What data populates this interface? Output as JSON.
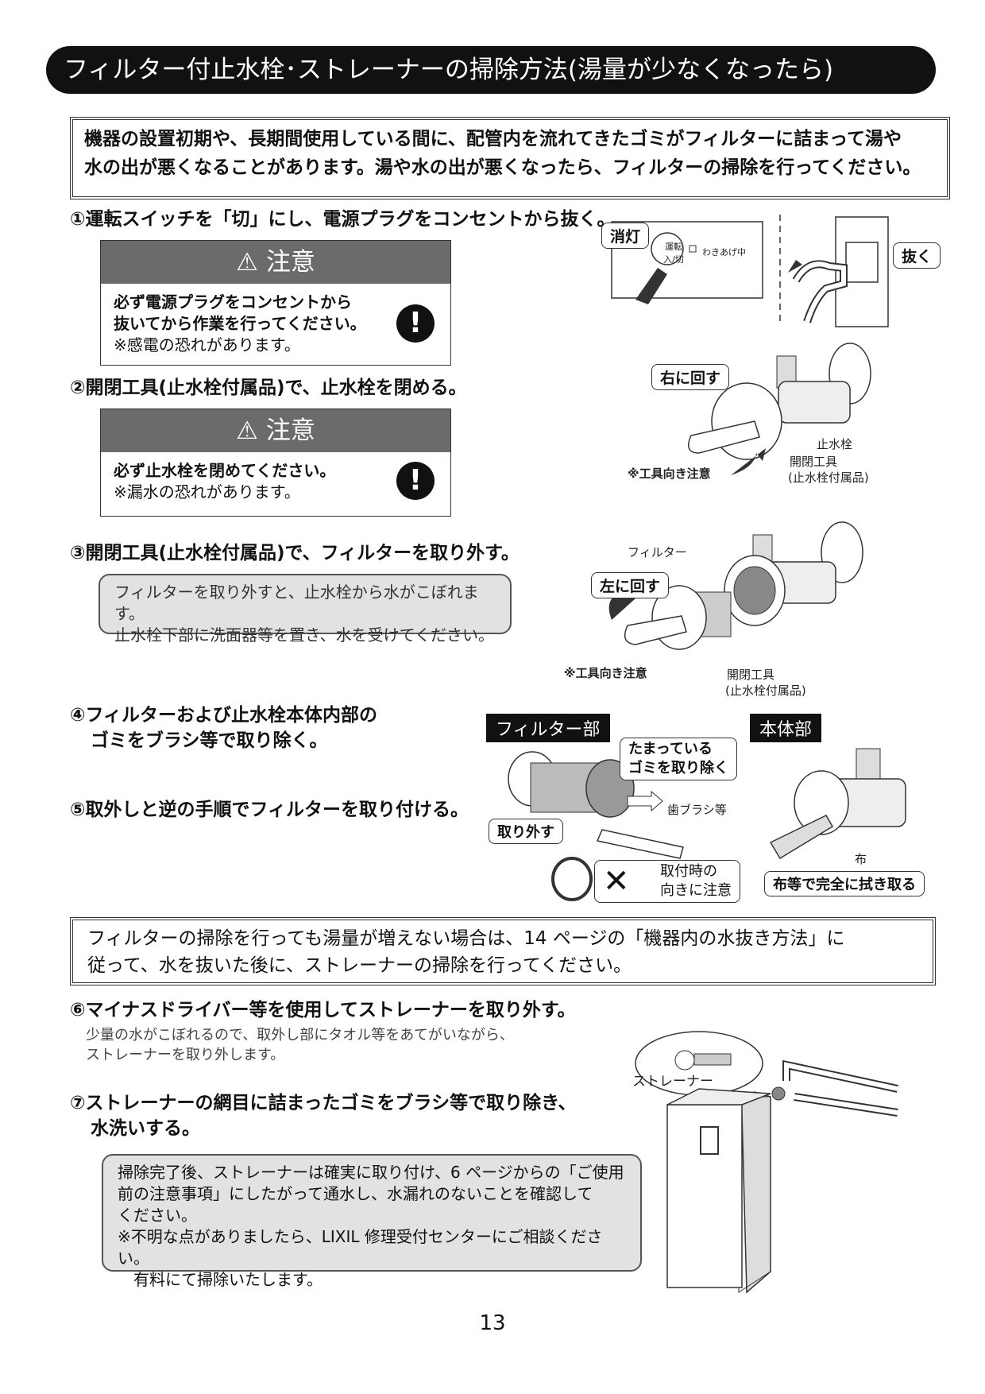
{
  "title": "フィルター付止水栓･ストレーナーの掃除方法(湯量が少なくなったら)",
  "intro": {
    "line1": "機器の設置初期や、長期間使用している間に、配管内を流れてきたゴミがフィルターに詰まって湯や",
    "line2": "水の出が悪くなることがあります。湯や水の出が悪くなったら、フィルターの掃除を行ってください。"
  },
  "steps": {
    "s1": "①運転スイッチを「切」にし、電源プラグをコンセントから抜く。",
    "s2": "②開閉工具(止水栓付属品)で、止水栓を閉める。",
    "s3": "③開閉工具(止水栓付属品)で、フィルターを取り外す。",
    "s4a": "④フィルターおよび止水栓本体内部の",
    "s4b": "ゴミをブラシ等で取り除く。",
    "s5": "⑤取外しと逆の手順でフィルターを取り付ける。",
    "s6": "⑥マイナスドライバー等を使用してストレーナーを取り外す。",
    "s6_note1": "少量の水がこぼれるので、取外し部にタオル等をあてがいながら、",
    "s6_note2": "ストレーナーを取り外します。",
    "s7a": "⑦ストレーナーの網目に詰まったゴミをブラシ等で取り除き、",
    "s7b": "水洗いする。"
  },
  "caution1": {
    "heading": "注意",
    "line1": "必ず電源プラグをコンセントから",
    "line2": "抜いてから作業を行ってください。",
    "line3": "※感電の恐れがあります。"
  },
  "caution2": {
    "heading": "注意",
    "line1": "必ず止水栓を閉めてください。",
    "line2": "※漏水の恐れがあります。"
  },
  "note3": {
    "line1": "フィルターを取り外すと、止水栓から水がこぼれます。",
    "line2": "止水栓下部に洗面器等を置き、水を受けてください。"
  },
  "middle_box": {
    "line1": "フィルターの掃除を行っても湯量が増えない場合は、14 ページの「機器内の水抜き方法」に",
    "line2": "従って、水を抜いた後に、ストレーナーの掃除を行ってください。"
  },
  "final_note": {
    "line1": "掃除完了後、ストレーナーは確実に取り付け、6 ページからの「ご使用",
    "line2": "前の注意事項」にしたがって通水し、水漏れのないことを確認して",
    "line3": "ください。",
    "line4": "※不明な点がありましたら、LIXIL 修理受付センターにご相談ください。",
    "line5": "有料にて掃除いたします。"
  },
  "fig1": {
    "light_off": "消灯",
    "switch": "運転\n入/切",
    "heating": "わきあげ中",
    "unplug": "抜く"
  },
  "fig2": {
    "turn_right": "右に回す",
    "valve": "止水栓",
    "tool": "開閉工具",
    "tool_note": "(止水栓付属品)",
    "tool_dir": "※工具向き注意"
  },
  "fig3": {
    "filter": "フィルター",
    "turn_left": "左に回す",
    "tool_dir": "※工具向き注意",
    "tool": "開閉工具",
    "tool_note": "(止水栓付属品)"
  },
  "fig4": {
    "filter_part": "フィルター部",
    "body_part": "本体部",
    "remove_dirt_1": "たまっている",
    "remove_dirt_2": "ゴミを取り除く",
    "toothbrush": "歯ブラシ等",
    "remove": "取り外す",
    "attach_1": "取付時の",
    "attach_2": "向きに注意",
    "cloth": "布",
    "wipe": "布等で完全に拭き取る"
  },
  "fig5": {
    "strainer": "ストレーナー"
  },
  "page_number": "13"
}
